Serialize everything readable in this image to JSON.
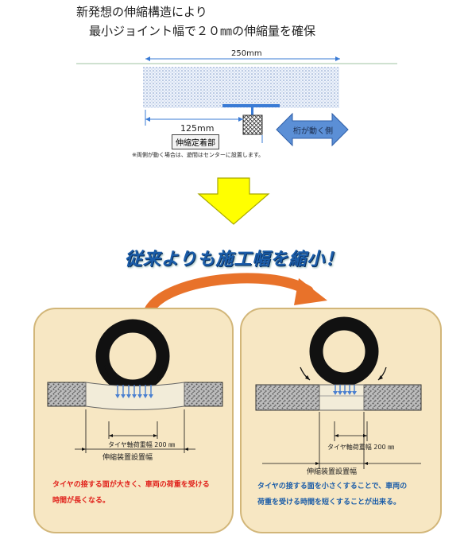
{
  "header": {
    "line1": "新発想の伸縮構造により",
    "line2": "最小ジョイント幅で２０㎜の伸縮量を確保"
  },
  "top_diagram": {
    "width_label": "250mm",
    "half_label": "125mm",
    "fixed_part_label": "伸縮定着部",
    "moving_side_label": "桁が動く側",
    "note": "※両側が動く場合は、遊間はセンターに設置します。"
  },
  "headline": "従来よりも施工幅を縮小！",
  "left_panel": {
    "dim_small": "タイヤ軸荷重幅 200 ㎜",
    "dim_large": "伸縮装置設置幅",
    "caption_line1": "タイヤの接する面が大きく、車両の荷重を受ける",
    "caption_line2": "時間が長くなる。"
  },
  "right_panel": {
    "dim_small": "タイヤ軸荷重幅 200 ㎜",
    "dim_large": "伸縮装置設置幅",
    "caption_line1": "タイヤの接する面を小さくすることで、車両の",
    "caption_line2": "荷重を受ける時間を短くすることが出来る。"
  },
  "colors": {
    "arrow_yellow": "#ffff00",
    "arrow_orange": "#e8722a",
    "headline_blue": "#1a5ca8",
    "moving_arrow_blue": "#5b8fd6",
    "panel_bg": "#f7e7c3",
    "caption_red": "#e0201a"
  }
}
